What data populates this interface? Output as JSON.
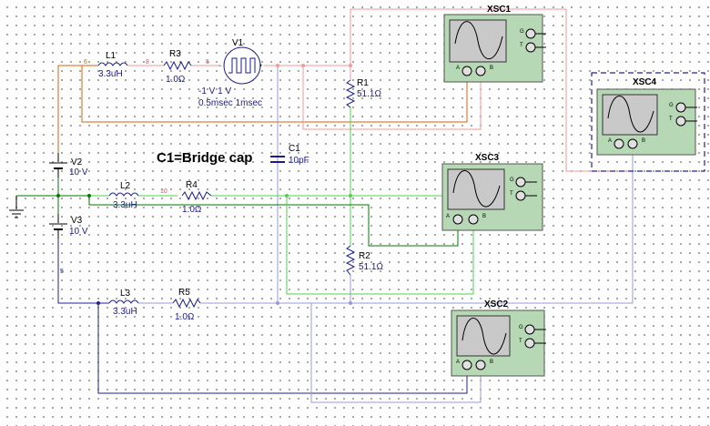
{
  "note": "C1=Bridge cap",
  "components": {
    "L1": {
      "ref": "L1",
      "value": "3.3uH"
    },
    "R3": {
      "ref": "R3",
      "value": "1.0Ω"
    },
    "V1": {
      "ref": "V1",
      "line1": "-1 V 1 V",
      "line2": "0.5msec 1msec"
    },
    "R1": {
      "ref": "R1",
      "value": "51.1Ω"
    },
    "C1": {
      "ref": "C1",
      "value": "10pF"
    },
    "V2": {
      "ref": "V2",
      "value": "10 V"
    },
    "V3": {
      "ref": "V3",
      "value": "10 V"
    },
    "L2": {
      "ref": "L2",
      "value": "3.3uH"
    },
    "R4": {
      "ref": "R4",
      "value": "1.0Ω"
    },
    "R2": {
      "ref": "R2",
      "value": "51.1Ω"
    },
    "L3": {
      "ref": "L3",
      "value": "3.3uH"
    },
    "R5": {
      "ref": "R5",
      "value": "1.0Ω"
    }
  },
  "scopes": {
    "XSC1": {
      "title": "XSC1"
    },
    "XSC3": {
      "title": "XSC3"
    },
    "XSC4": {
      "title": "XSC4"
    },
    "XSC2": {
      "title": "XSC2"
    }
  },
  "terminals": {
    "a": "A",
    "b": "B",
    "g": "G",
    "t": "T"
  },
  "nets": {
    "n1": "6",
    "n2": "8",
    "n3": "5",
    "n4": "10",
    "n5": "5"
  },
  "colors": {
    "orange_wire": "#d8620f",
    "pink_wire": "#f09a9a",
    "green_wire": "#4fd04f",
    "dark_green_wire": "#007a00",
    "blue_wire": "#202090",
    "lavender_wire": "#9898d8",
    "component": "#1a1a8c"
  }
}
